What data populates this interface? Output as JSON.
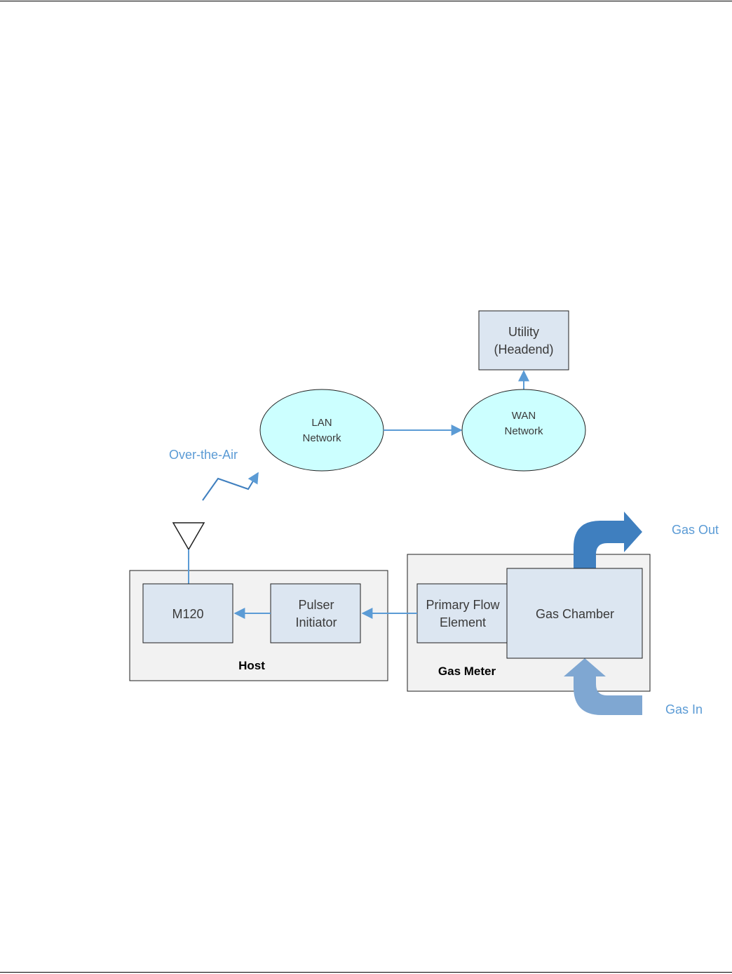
{
  "diagram": {
    "nodes": {
      "utility": {
        "line1": "Utility",
        "line2": "(Headend)"
      },
      "lan": {
        "line1": "LAN",
        "line2": "Network"
      },
      "wan": {
        "line1": "WAN",
        "line2": "Network"
      },
      "m120": {
        "label": "M120"
      },
      "pulser": {
        "line1": "Pulser",
        "line2": "Initiator"
      },
      "primary_flow": {
        "line1": "Primary Flow",
        "line2": "Element"
      },
      "gas_chamber": {
        "label": "Gas Chamber"
      }
    },
    "groups": {
      "host": {
        "label": "Host"
      },
      "gas_meter": {
        "label": "Gas Meter"
      }
    },
    "annotations": {
      "over_the_air": "Over-the-Air",
      "gas_out": "Gas Out",
      "gas_in": "Gas In"
    },
    "colors": {
      "box_fill": "#dce6f1",
      "group_fill": "#f2f2f2",
      "ellipse_fill": "#ccffff",
      "connector": "#5b9bd5",
      "gas_out_arrow": "#3f7fbf",
      "gas_in_arrow": "#7fa7d2",
      "label_blue": "#5b9bd5"
    },
    "icons": [
      "antenna-icon",
      "wireless-signal-icon",
      "gas-out-arrow-icon",
      "gas-in-arrow-icon"
    ]
  }
}
